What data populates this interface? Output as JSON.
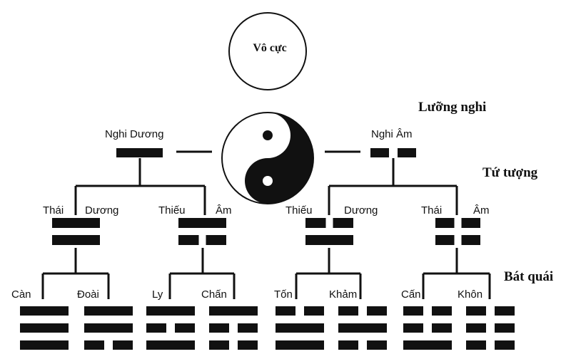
{
  "wuji": "Vô cực",
  "levels": {
    "luong_nghi": "Lưỡng nghi",
    "tu_tuong": "Tứ tượng",
    "bat_quai": "Bát quái"
  },
  "yang_label": "Nghi Dương",
  "yin_label": "Nghi Âm",
  "four_images": [
    {
      "words": [
        "Thái",
        "Dương"
      ],
      "lines": [
        "yang",
        "yang"
      ]
    },
    {
      "words": [
        "Thiếu",
        "Âm"
      ],
      "lines": [
        "yin",
        "yang"
      ]
    },
    {
      "words": [
        "Thiếu",
        "Dương"
      ],
      "lines": [
        "yang",
        "yin"
      ]
    },
    {
      "words": [
        "Thái",
        "Âm"
      ],
      "lines": [
        "yin",
        "yin"
      ]
    }
  ],
  "trigrams": [
    {
      "name": "Càn",
      "lines": [
        "yang",
        "yang",
        "yang"
      ]
    },
    {
      "name": "Đoài",
      "lines": [
        "yin",
        "yang",
        "yang"
      ]
    },
    {
      "name": "Ly",
      "lines": [
        "yang",
        "yin",
        "yang"
      ]
    },
    {
      "name": "Chấn",
      "lines": [
        "yin",
        "yin",
        "yang"
      ]
    },
    {
      "name": "Tốn",
      "lines": [
        "yang",
        "yang",
        "yin"
      ]
    },
    {
      "name": "Khảm",
      "lines": [
        "yin",
        "yang",
        "yin"
      ]
    },
    {
      "name": "Cấn",
      "lines": [
        "yang",
        "yin",
        "yin"
      ]
    },
    {
      "name": "Khôn",
      "lines": [
        "yin",
        "yin",
        "yin"
      ]
    }
  ],
  "colors": {
    "ink": "#111111",
    "background": "#ffffff"
  },
  "icons": {
    "taiji": "yin-yang-icon"
  }
}
